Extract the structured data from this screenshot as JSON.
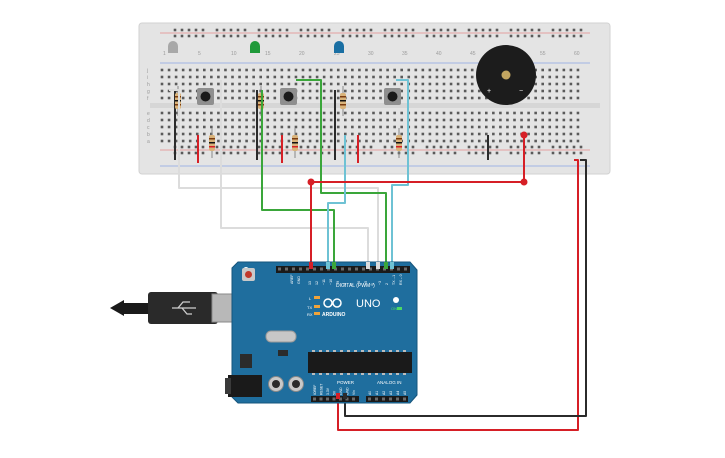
{
  "breadcrumb_numbers": [
    "1",
    "5",
    "10",
    "15",
    "20",
    "25",
    "30",
    "35",
    "40",
    "45",
    "50",
    "55",
    "60"
  ],
  "rail_row_letters_top": [
    "j",
    "i",
    "h",
    "g",
    "f"
  ],
  "rail_row_letters_bottom": [
    "e",
    "d",
    "c",
    "b",
    "a"
  ],
  "buzzer": {
    "plus": "+",
    "minus": "−"
  },
  "arduino": {
    "brand": "ARDUINO",
    "model": "UNO",
    "digital_header": "DIGITAL (PWM~)",
    "analog_header": "ANALOG IN",
    "power_header": "POWER",
    "aref": "AREF",
    "gnd": "GND",
    "on_label": "ON",
    "l_label": "L",
    "tx_label": "TX",
    "rx_label": "RX",
    "digital_pins": [
      "13",
      "12",
      "~11",
      "~10",
      "~9",
      "8",
      "7",
      "~6",
      "~5",
      "4",
      "~3",
      "2",
      "TX→1",
      "RX←0"
    ],
    "power_pins": [
      "IOREF",
      "RESET",
      "3.3V",
      "5V",
      "GND",
      "GND",
      "Vin"
    ],
    "analog_pins": [
      "A0",
      "A1",
      "A2",
      "A3",
      "A4",
      "A5"
    ]
  },
  "colors": {
    "board": "#e4e4e4",
    "arduino": "#1f6e9e",
    "wire_red": "#d61f26",
    "wire_black": "#2b2b2b",
    "wire_green": "#3aa63a",
    "wire_cyan": "#6ec2d4",
    "wire_white": "#dcdcdc",
    "led_gray": "#a8a8a8",
    "led_green": "#1f9a3a",
    "led_blue": "#1a6fa3"
  }
}
